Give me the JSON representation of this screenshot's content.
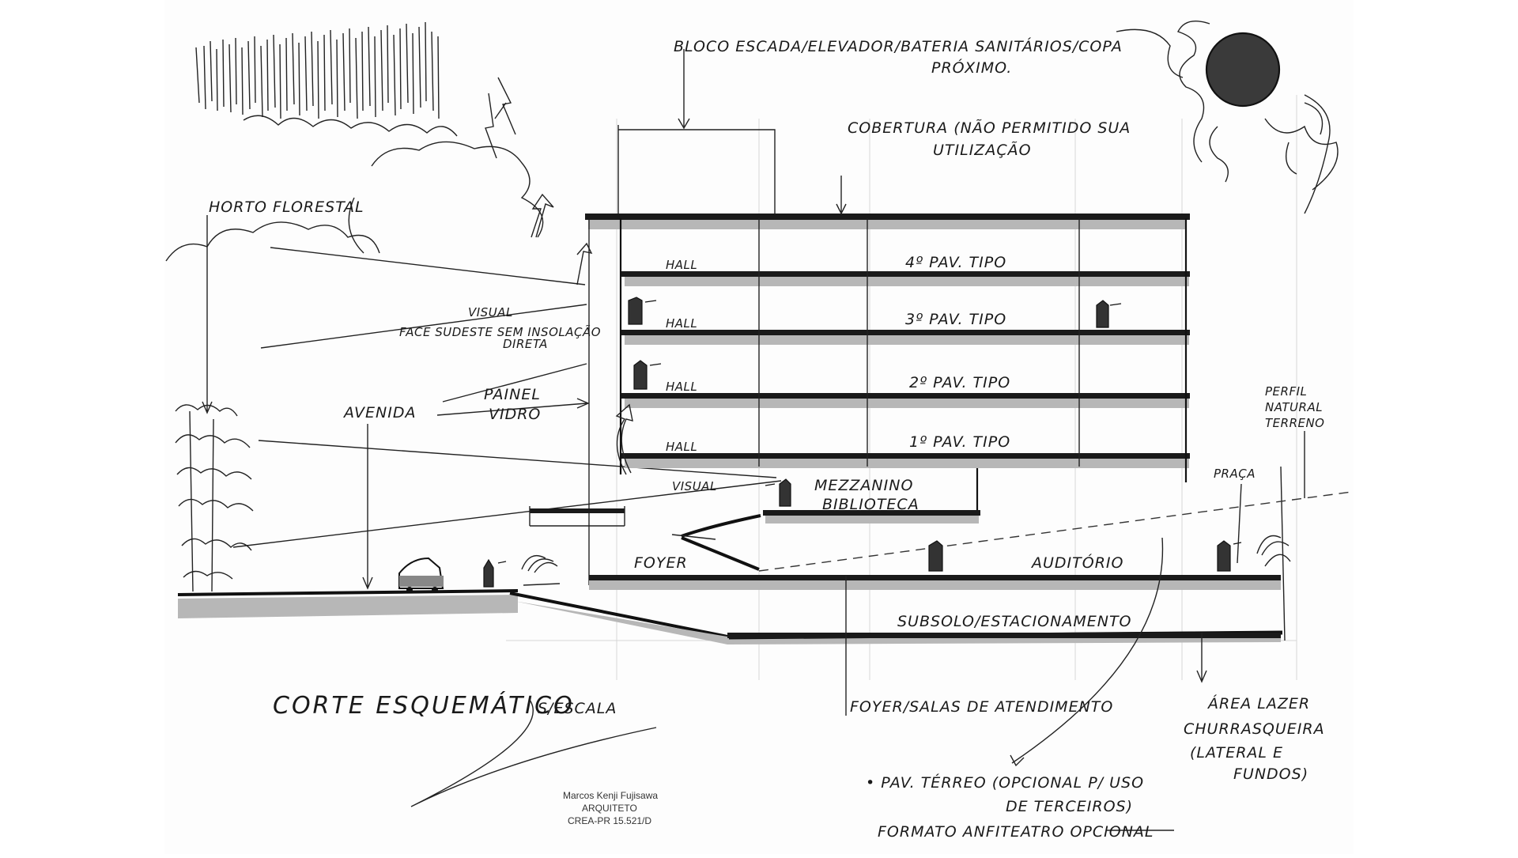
{
  "labels": {
    "bloco_escada": "BLOCO ESCADA/ELEVADOR/BATERIA SANITÁRIOS/COPA",
    "proximo": "PRÓXIMO.",
    "cobertura_1": "COBERTURA (NÃO PERMITIDO SUA",
    "cobertura_2": "UTILIZAÇÃO",
    "horto": "HORTO FLORESTAL",
    "avenida": "AVENIDA",
    "visual_1": "VISUAL",
    "visual_2": "FACE SUDESTE SEM INSOLAÇÃO",
    "visual_3": "DIRETA",
    "painel_1": "PAINEL",
    "painel_2": "VIDRO",
    "visual_b": "VISUAL",
    "hall_4": "HALL",
    "hall_3": "HALL",
    "hall_2": "HALL",
    "hall_1": "HALL",
    "pav4": "4º PAV. TIPO",
    "pav3": "3º PAV. TIPO",
    "pav2": "2º PAV. TIPO",
    "pav1": "1º PAV. TIPO",
    "mezzanino_1": "MEZZANINO",
    "mezzanino_2": "BIBLIOTECA",
    "foyer": "FOYER",
    "auditorio": "AUDITÓRIO",
    "praca": "PRAÇA",
    "perfil_1": "PERFIL",
    "perfil_2": "NATURAL",
    "perfil_3": "TERRENO",
    "subsolo": "SUBSOLO/ESTACIONAMENTO",
    "title": "CORTE ESQUEMÁTICO",
    "scale": "S/ESCALA",
    "foyer_salas": "FOYER/SALAS DE ATENDIMENTO",
    "area_lazer_1": "ÁREA LAZER",
    "area_lazer_2": "CHURRASQUEIRA",
    "area_lazer_3": "(LATERAL E",
    "area_lazer_4": "FUNDOS)",
    "pav_terreo_1": "• PAV. TÉRREO (OPCIONAL P/ USO",
    "pav_terreo_2": "DE TERCEIROS)",
    "formato": "FORMATO ANFITEATRO OPCIONAL"
  },
  "stamp": {
    "name": "Marcos Kenji Fujisawa",
    "role": "ARQUITETO",
    "crea": "CREA-PR 15.521/D"
  }
}
